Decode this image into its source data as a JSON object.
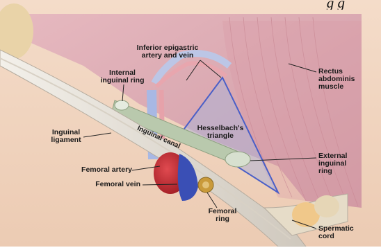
{
  "header": {
    "title_fragment": "g           g"
  },
  "labels": {
    "inferior_epigastric": [
      "Inferior epigastric",
      "artery and vein"
    ],
    "internal_ring": [
      "Internal",
      "inguinal ring"
    ],
    "rectus": [
      "Rectus",
      "abdominis",
      "muscle"
    ],
    "hesselbach": [
      "Hesselbach's",
      "triangle"
    ],
    "inguinal_canal": "Inguinal canal",
    "inguinal_ligament": [
      "Inguinal",
      "ligament"
    ],
    "external_ring": [
      "External",
      "inguinal",
      "ring"
    ],
    "femoral_artery": "Femoral artery",
    "femoral_vein": "Femoral vein",
    "femoral_ring": [
      "Femoral",
      "ring"
    ],
    "spermatic_cord": [
      "Spermatic",
      "cord"
    ]
  },
  "colors": {
    "muscle": "#d9a3ad",
    "muscle_dark": "#c98a96",
    "skin": "#f2d8c4",
    "triangle_stroke": "#4a5fc7",
    "canal": "#b9c9ad",
    "artery": "#c8272f",
    "vein": "#3a4fb5",
    "femoral_ring": "#c99a3a"
  }
}
